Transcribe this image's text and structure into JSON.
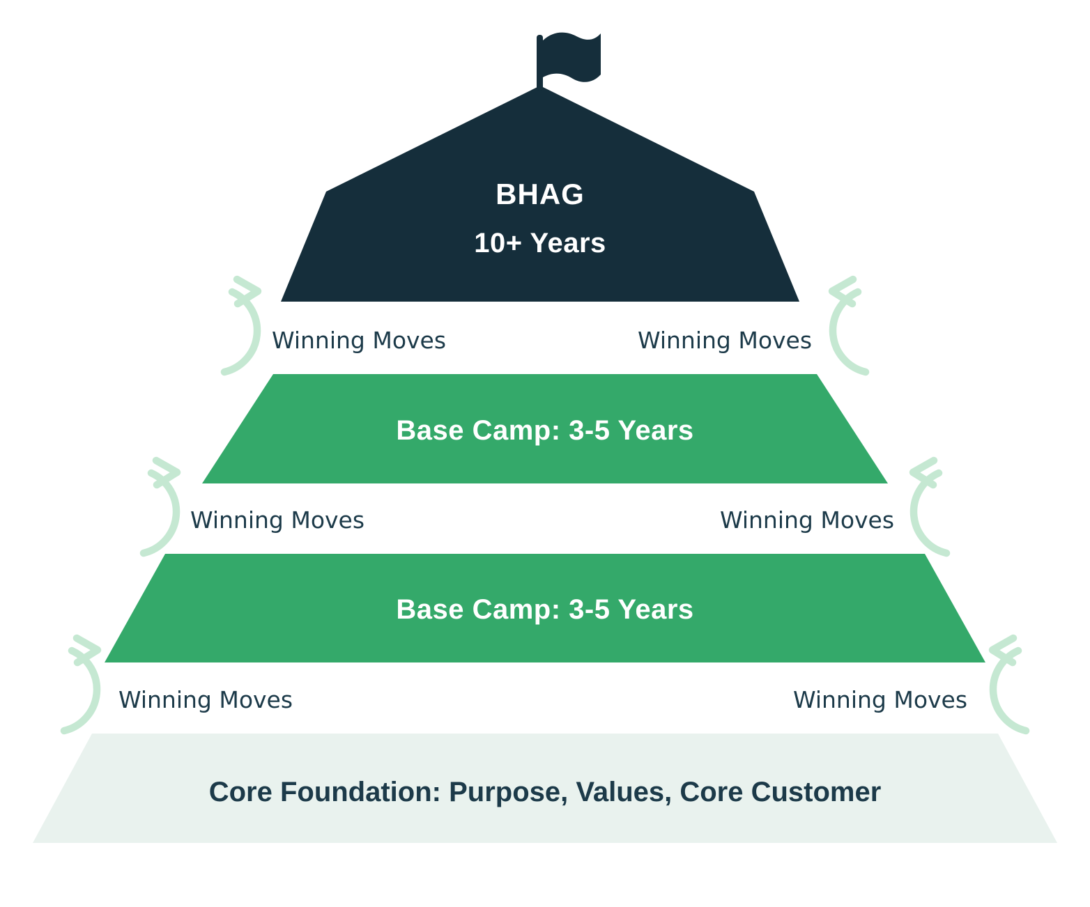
{
  "diagram": {
    "peak": {
      "title": "BHAG",
      "subtitle": "10+ Years"
    },
    "levels": [
      {
        "label": "Base Camp: 3-5 Years"
      },
      {
        "label": "Base Camp: 3-5 Years"
      },
      {
        "label": "Core Foundation: Purpose, Values, Core Customer"
      }
    ],
    "winning_moves_rows": [
      {
        "left": "Winning Moves",
        "right": "Winning Moves"
      },
      {
        "left": "Winning Moves",
        "right": "Winning Moves"
      },
      {
        "left": "Winning Moves",
        "right": "Winning Moves"
      }
    ],
    "colors": {
      "peak_fill": "#152E3B",
      "level_fill": "#34A96A",
      "foundation_fill": "#E9F2EE",
      "arrow_stroke": "#C5E8D2",
      "text_dark": "#1C3A49",
      "text_light": "#FFFFFF"
    }
  }
}
